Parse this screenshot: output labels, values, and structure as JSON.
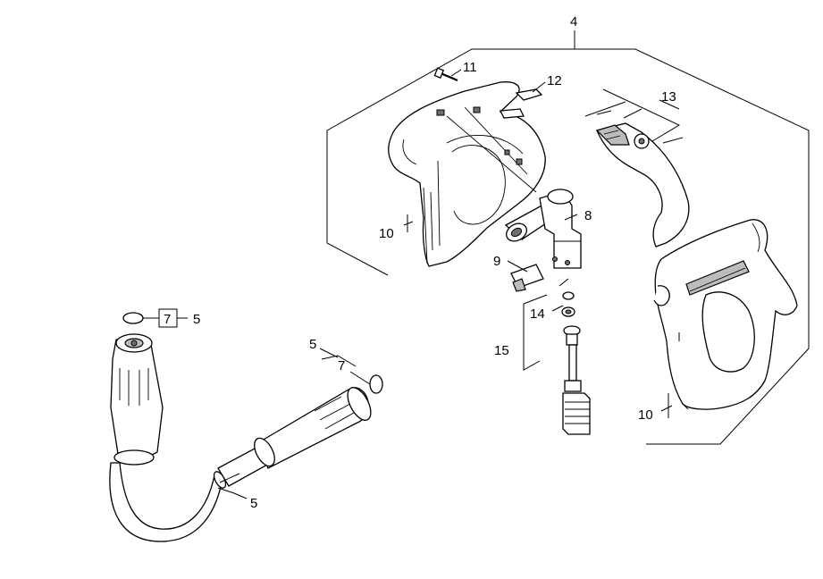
{
  "callouts": {
    "c4": "4",
    "c11": "11",
    "c12": "12",
    "c13": "13",
    "c8": "8",
    "c10a": "10",
    "c9": "9",
    "c14": "14",
    "c15": "15",
    "c10b": "10",
    "c7a": "7",
    "c5a": "5",
    "c5b": "5",
    "c7b": "7",
    "c5c": "5"
  }
}
